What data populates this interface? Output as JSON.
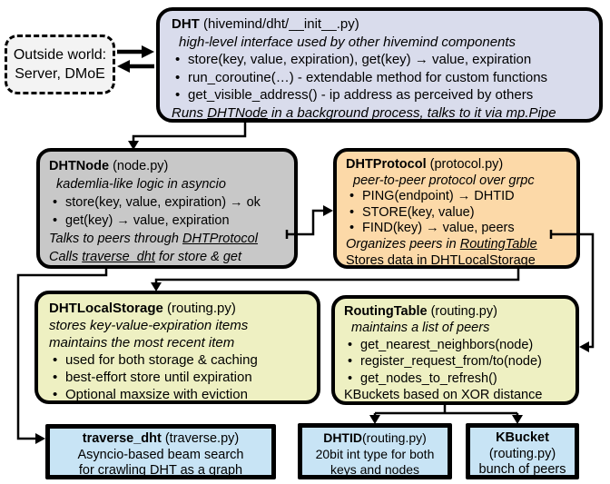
{
  "diagram": {
    "bullet": "•",
    "outside": {
      "line1": "Outside world:",
      "line2": "Server, DMoE"
    },
    "dht": {
      "name": "DHT",
      "file": " (hivemind/dht/__init__.py)",
      "subtitle": "high-level interface used by other hivemind components",
      "bullets": [
        "store(key, value, expiration), get(key) → value, expiration",
        "run_coroutine(…) - extendable method for custom functions",
        "get_visible_address() - ip address as perceived by others"
      ],
      "footer_pre": "Runs ",
      "footer_link": "DHTNode",
      "footer_post": " in a background process, talks to it via mp.Pipe"
    },
    "dhtnode": {
      "name": "DHTNode",
      "file": " (node.py)",
      "subtitle": "kademlia-like logic in asyncio",
      "bullets": [
        "store(key, value, expiration) → ok",
        "get(key) → value, expiration"
      ],
      "footer1_pre": "Talks to peers through ",
      "footer1_link": "DHTProtocol",
      "footer2_pre": "Calls ",
      "footer2_link": "traverse_dht",
      "footer2_post": " for store & get"
    },
    "dhtprotocol": {
      "name": "DHTProtocol",
      "file": " (protocol.py)",
      "subtitle": "peer-to-peer protocol over grpc",
      "bullets": [
        "PING(endpoint) → DHTID",
        "STORE(key, value)",
        "FIND(key) → value, peers"
      ],
      "footer1_pre": "Organizes peers in ",
      "footer1_link": "RoutingTable",
      "footer2_pre": "Stores data in DHT",
      "footer2_link": "LocalStorage"
    },
    "localstorage": {
      "name": "DHTLocalStorage",
      "file": " (routing.py)",
      "subtitle1": "stores key-value-expiration items",
      "subtitle2": "maintains the most recent item",
      "bullets": [
        "used for both storage & caching",
        "best-effort store until expiration",
        "Optional maxsize with eviction"
      ]
    },
    "routingtable": {
      "name": "RoutingTable",
      "file": " (routing.py)",
      "subtitle": "maintains a list of peers",
      "bullets": [
        "get_nearest_neighbors(node)",
        "register_request_from/to(node)",
        "get_nodes_to_refresh()"
      ],
      "footer": "KBuckets based on XOR distance"
    },
    "traverse": {
      "name": "traverse_dht",
      "file": " (traverse.py)",
      "line1": "Asyncio-based beam search",
      "line2": "for crawling DHT as a graph"
    },
    "dhtid": {
      "name": "DHTID",
      "file": "(routing.py)",
      "line1": "20bit int type for both",
      "line2": "keys and nodes"
    },
    "kbucket": {
      "name": "KBucket",
      "file": "(routing.py)",
      "line1": "bunch of peers"
    },
    "colors": {
      "dht_fill": "#d9dcec",
      "node_fill": "#c8c8c8",
      "protocol_fill": "#fcd9a8",
      "storage_fill": "#eef0c2",
      "routing_fill": "#eef0c2",
      "bottom_fill": "#c8e4f5",
      "outside_fill": "#f3f3f3",
      "line": "#000000"
    }
  }
}
